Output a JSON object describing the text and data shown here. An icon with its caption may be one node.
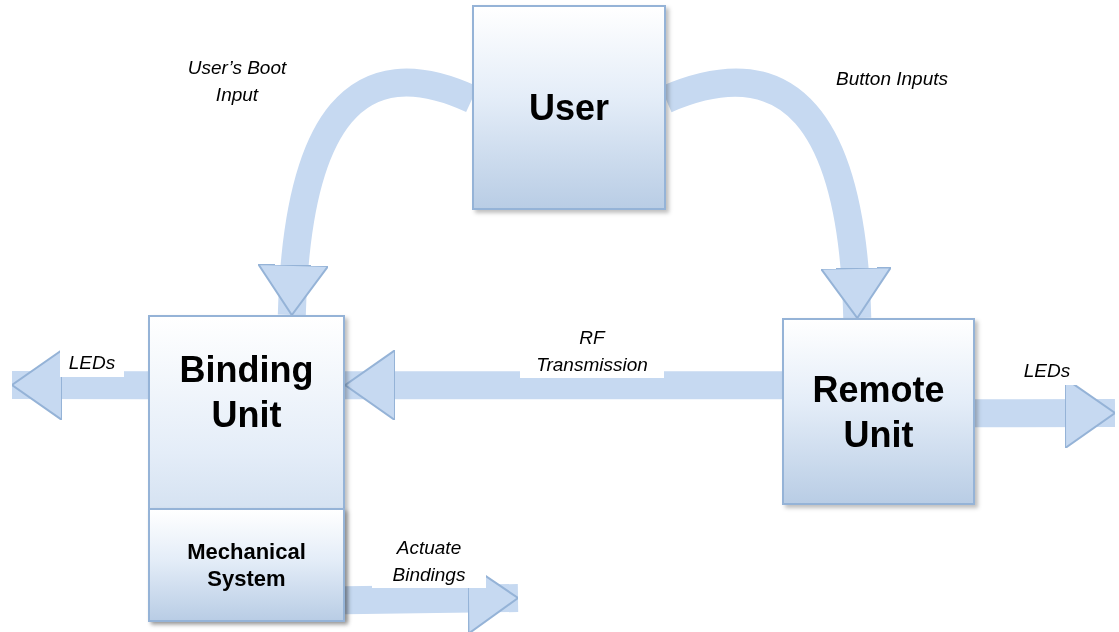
{
  "diagram": {
    "nodes": [
      {
        "text": [
          "User"
        ]
      },
      {
        "text": [
          "Binding Unit"
        ]
      },
      {
        "text": [
          "Mechanical System"
        ],
        "in": 1
      },
      {
        "text": [
          "Remote Unit"
        ]
      }
    ],
    "edges": [
      {
        "from": 0,
        "to": 1,
        "arrow": "to",
        "label": "User’s Boot Input"
      },
      {
        "from": 0,
        "to": 3,
        "arrow": "to",
        "label": "Button Inputs"
      },
      {
        "from": 3,
        "to": 1,
        "arrow": "to",
        "label": "RF Transmission"
      },
      {
        "from": 1,
        "to": null,
        "arrow": "to",
        "label": "LEDs"
      },
      {
        "from": 3,
        "to": null,
        "arrow": "to",
        "label": "LEDs"
      },
      {
        "from": 2,
        "to": null,
        "arrow": "to",
        "label": "Actuate Bindings"
      }
    ]
  }
}
